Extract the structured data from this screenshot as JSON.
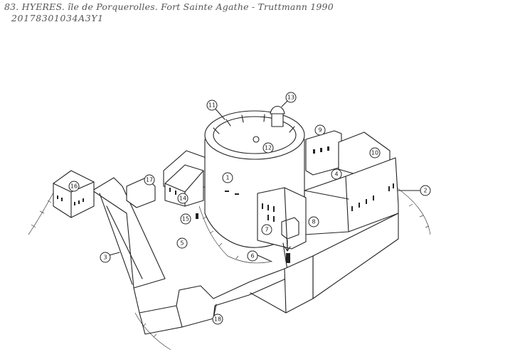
{
  "header": {
    "title": "83. HYERES. île de Porquerolles. Fort Sainte Agathe - Truttmann 1990",
    "reference": "20178301034A3Y1"
  },
  "callouts": [
    "1",
    "2",
    "3",
    "4",
    "5",
    "6",
    "7",
    "8",
    "9",
    "10",
    "11",
    "12",
    "13",
    "14",
    "15",
    "16",
    "17",
    "18"
  ]
}
